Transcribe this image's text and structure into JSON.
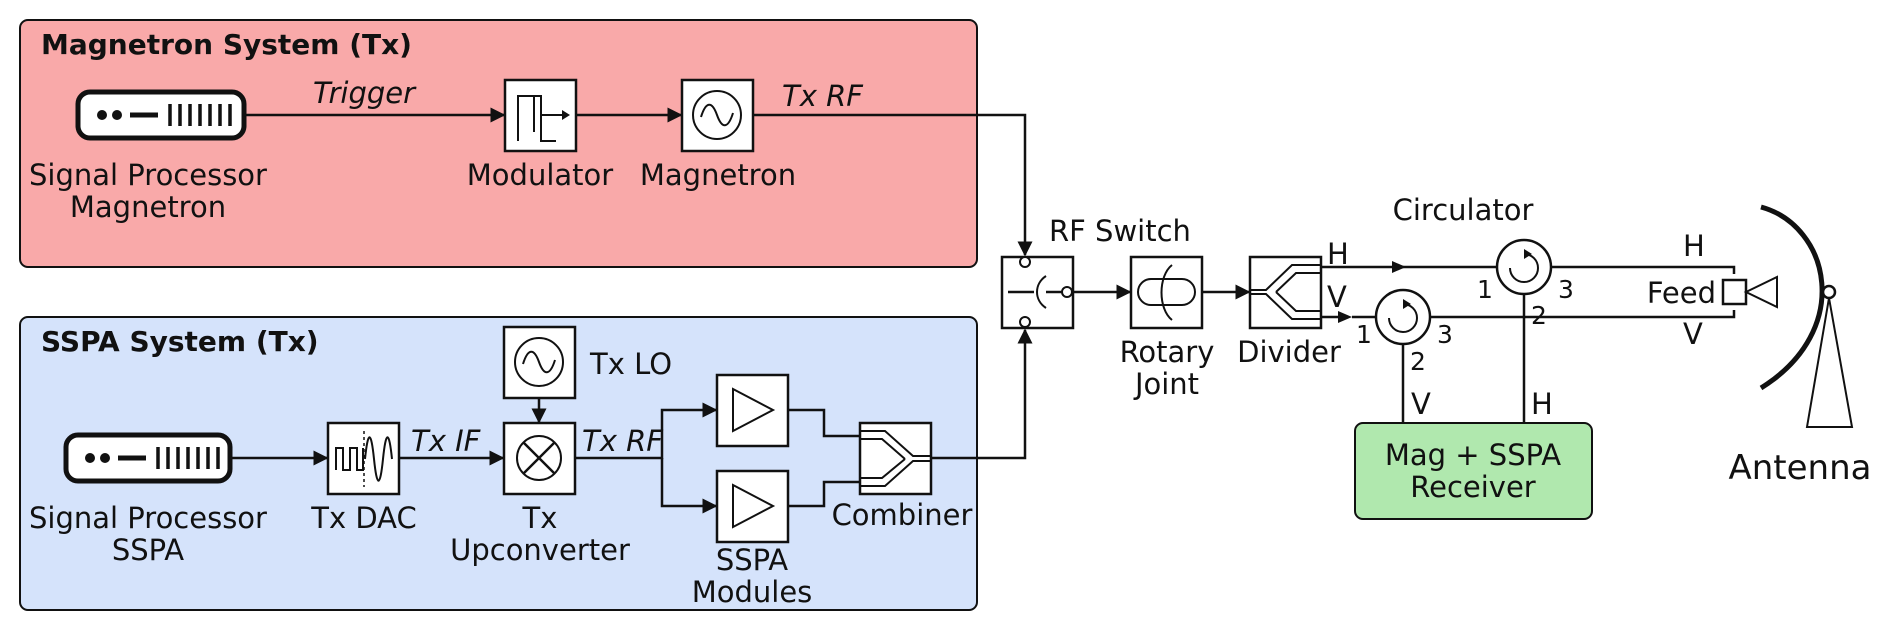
{
  "groups": {
    "magnetron_title": "Magnetron System (Tx)",
    "sspa_title": "SSPA System (Tx)"
  },
  "labels": {
    "sp_mag_1": "Signal Processor",
    "sp_mag_2": "Magnetron",
    "modulator": "Modulator",
    "magnetron": "Magnetron",
    "trigger": "Trigger",
    "tx_rf_mag": "Tx RF",
    "sp_sspa_1": "Signal Processor",
    "sp_sspa_2": "SSPA",
    "tx_dac": "Tx DAC",
    "tx_if": "Tx IF",
    "tx_lo": "Tx LO",
    "tx_rf_sspa": "Tx RF",
    "upconv_1": "Tx",
    "upconv_2": "Upconverter",
    "sspa_mod_1": "SSPA",
    "sspa_mod_2": "Modules",
    "combiner": "Combiner",
    "rf_switch": "RF Switch",
    "rotary_1": "Rotary",
    "rotary_2": "Joint",
    "divider": "Divider",
    "circulator": "Circulator",
    "h_upper": "H",
    "v_upper": "V",
    "port1_a": "1",
    "port2_a": "2",
    "port3_a": "3",
    "port1_b": "1",
    "port2_b": "2",
    "port3_b": "3",
    "v_rx": "V",
    "h_rx": "H",
    "receiver_1": "Mag + SSPA",
    "receiver_2": "Receiver",
    "feed": "Feed",
    "h_feed": "H",
    "v_feed": "V",
    "antenna": "Antenna"
  },
  "colors": {
    "magnetron_panel": "#f9a9a9",
    "sspa_panel": "#d5e3fb",
    "receiver": "#b0e8ae"
  },
  "icons": [
    "signal-processor-icon",
    "modulator-icon",
    "oscillator-icon",
    "dac-icon",
    "mixer-icon",
    "amplifier-icon",
    "combiner-icon",
    "rf-switch-icon",
    "rotary-joint-icon",
    "divider-icon",
    "circulator-icon",
    "feed-horn-icon",
    "antenna-dish-icon"
  ]
}
